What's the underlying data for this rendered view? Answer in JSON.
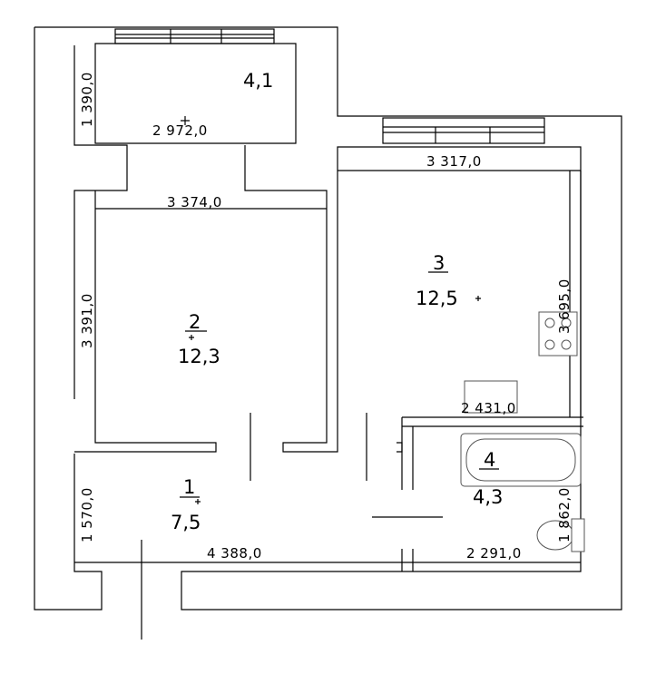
{
  "rooms": [
    {
      "number": "",
      "area": "4,1"
    },
    {
      "number": "2",
      "area": "12,3"
    },
    {
      "number": "3",
      "area": "12,5"
    },
    {
      "number": "1",
      "area": "7,5"
    },
    {
      "number": "4",
      "area": "4,3"
    }
  ],
  "dimensions": {
    "balcony_height": "1 390,0",
    "balcony_width": "2 972,0",
    "room2_width": "3 374,0",
    "room2_height": "3 391,0",
    "room3_width": "3 317,0",
    "room3_height": "3 695,0",
    "kitchen_partition": "2 431,0",
    "bath_height": "1 862,0",
    "hall_height": "1 570,0",
    "hall_width": "4 388,0",
    "bath_width": "2 291,0"
  }
}
